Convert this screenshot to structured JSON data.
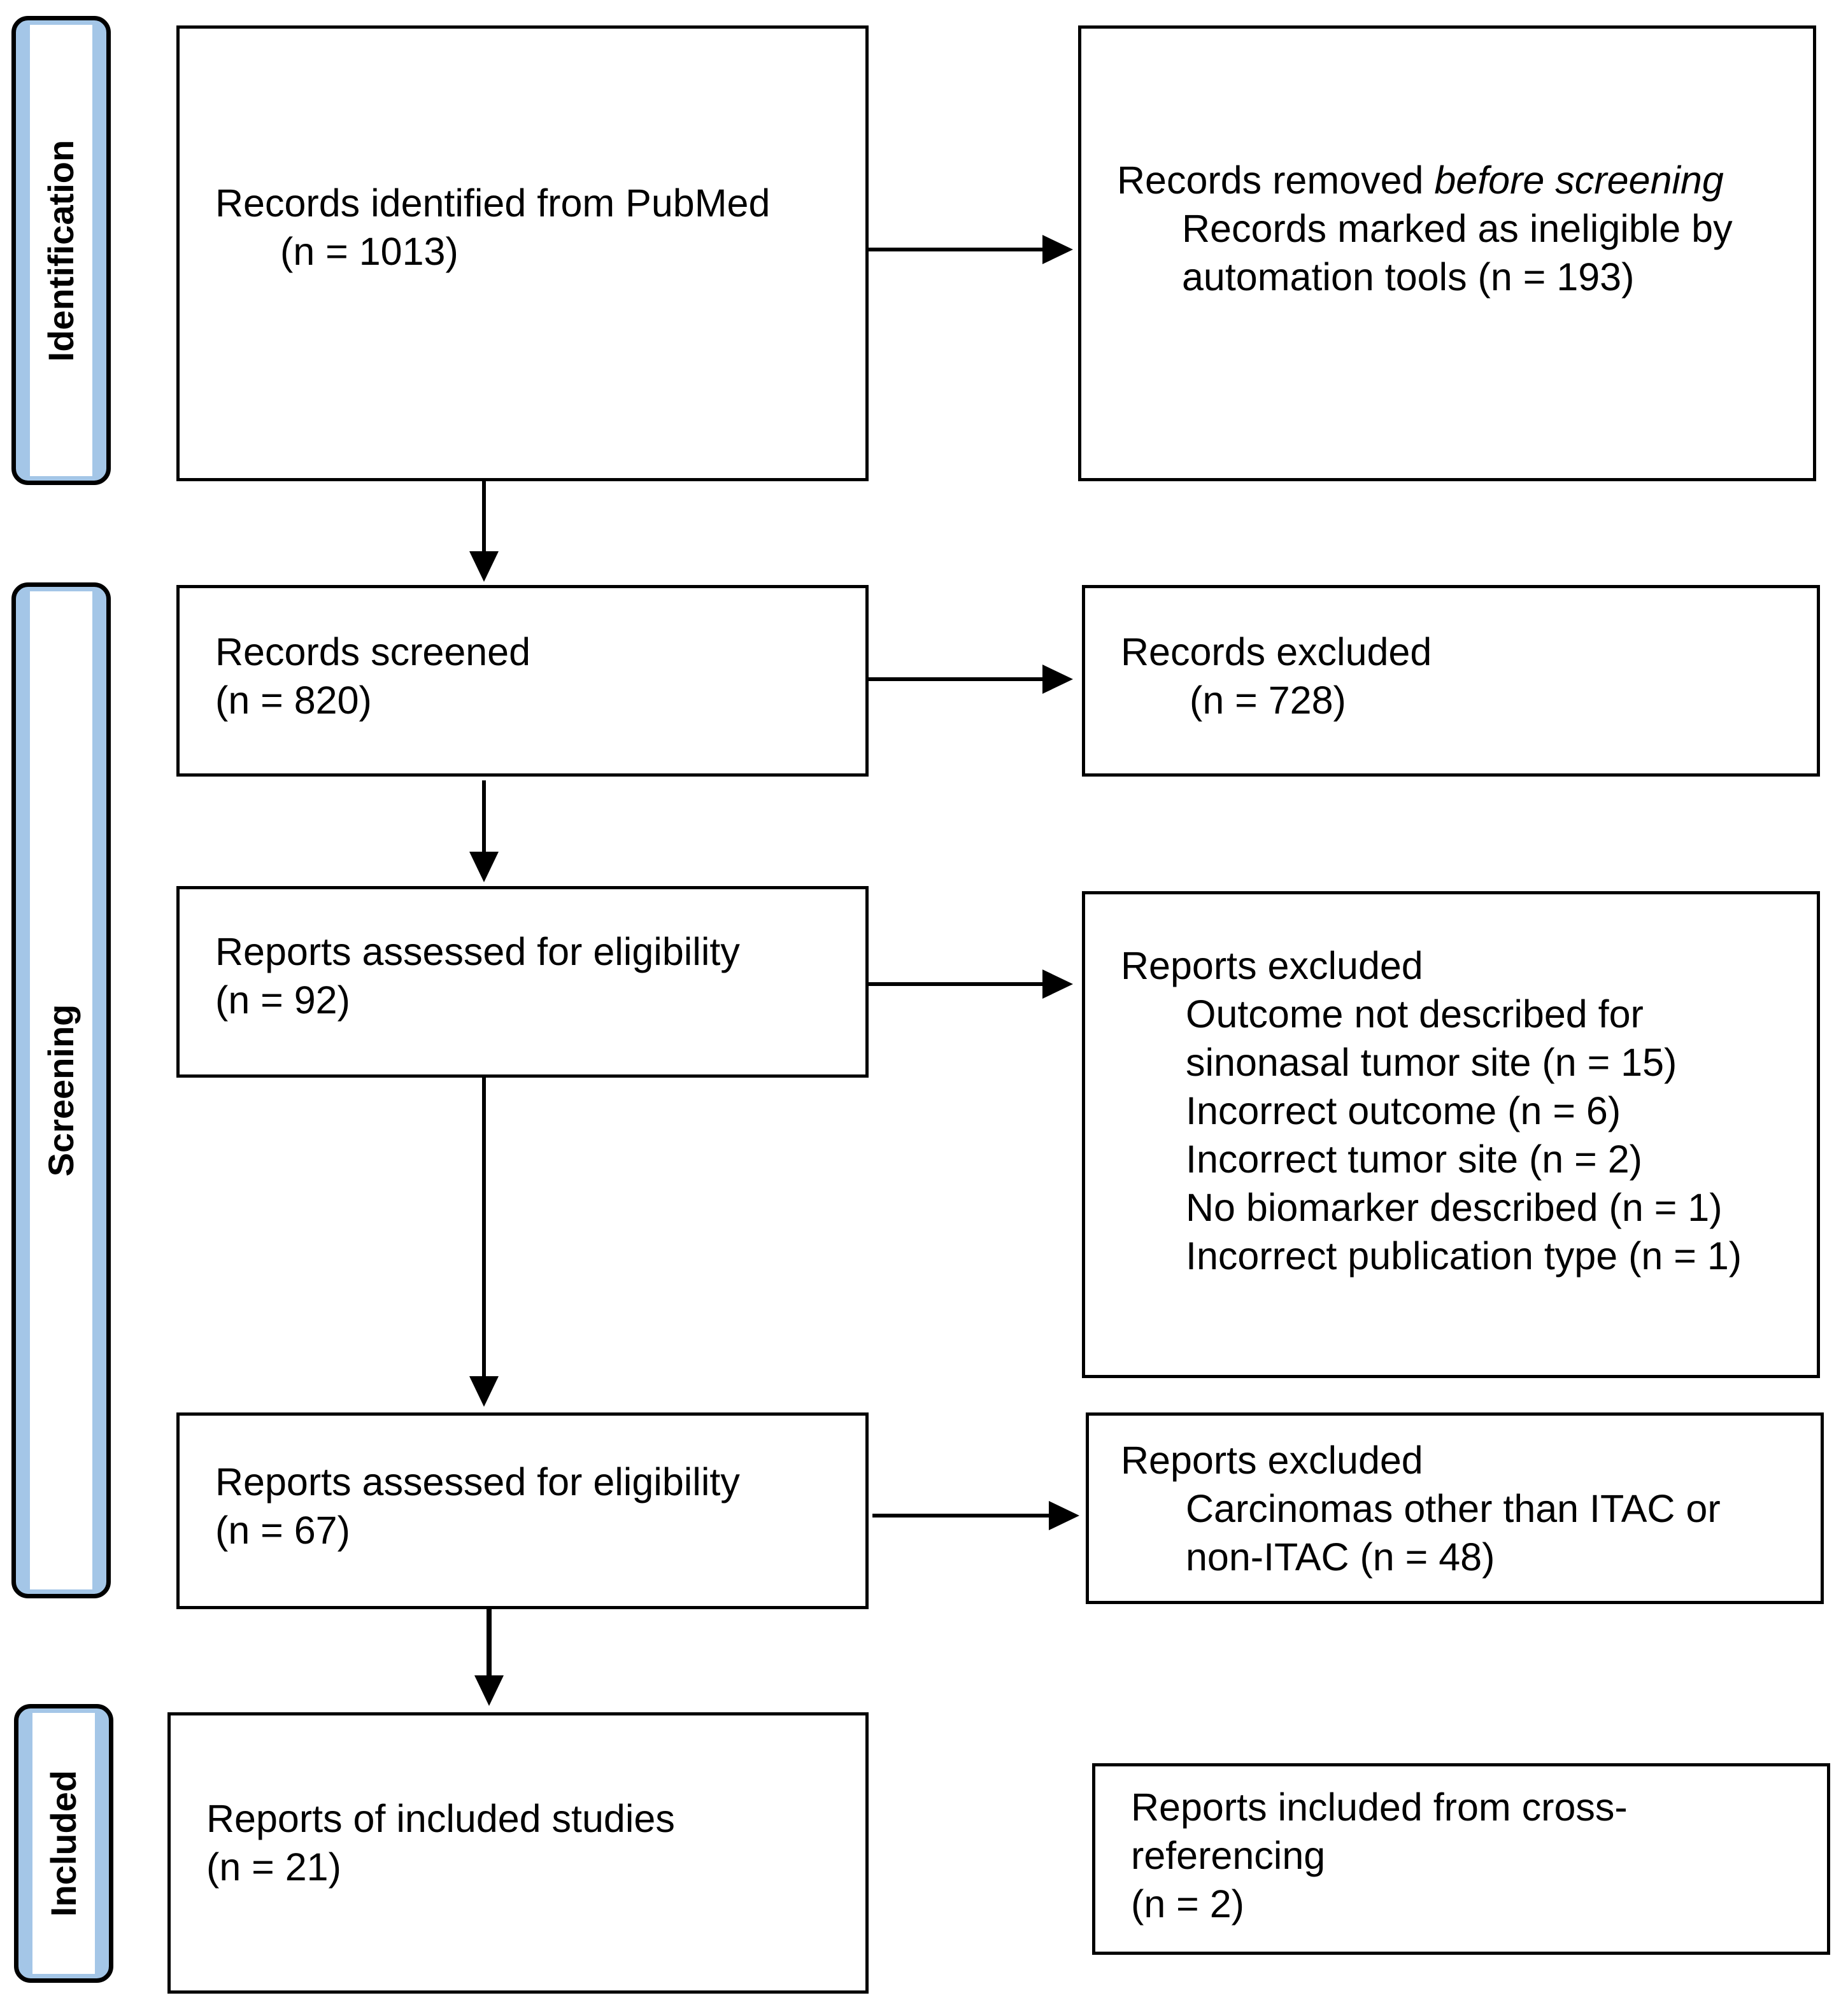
{
  "stages": {
    "identification": "Identification",
    "screening": "Screening",
    "included": "Included"
  },
  "boxes": {
    "identified": {
      "line1": "Records identified from PubMed",
      "line2": "(n = 1013)"
    },
    "removed_before": {
      "prefix": "Records removed ",
      "italic": "before screening",
      "line2": "Records marked as ineligible by",
      "line3": "automation tools (n = 193)"
    },
    "screened": {
      "line1": "Records screened",
      "line2": "(n = 820)"
    },
    "excluded_records": {
      "line1": "Records excluded",
      "line2": "(n = 728)"
    },
    "assessed_1": {
      "line1": "Reports assessed for eligibility",
      "line2": "(n = 92)"
    },
    "excluded_reports_1": {
      "title": "Reports excluded",
      "items": [
        "Outcome not described for",
        "sinonasal tumor site (n = 15)",
        "Incorrect outcome (n = 6)",
        "Incorrect tumor site (n = 2)",
        "No biomarker described (n = 1)",
        "Incorrect publication type (n = 1)"
      ]
    },
    "assessed_2": {
      "line1": "Reports assessed for eligibility",
      "line2": "(n = 67)"
    },
    "excluded_reports_2": {
      "title": "Reports excluded",
      "items": [
        "Carcinomas other than ITAC or",
        "non-ITAC (n = 48)"
      ]
    },
    "included_studies": {
      "line1": "Reports of included studies",
      "line2": "(n = 21)"
    },
    "cross_ref": {
      "line1": "Reports included from cross-",
      "line2": "referencing",
      "line3": "(n = 2)"
    }
  }
}
